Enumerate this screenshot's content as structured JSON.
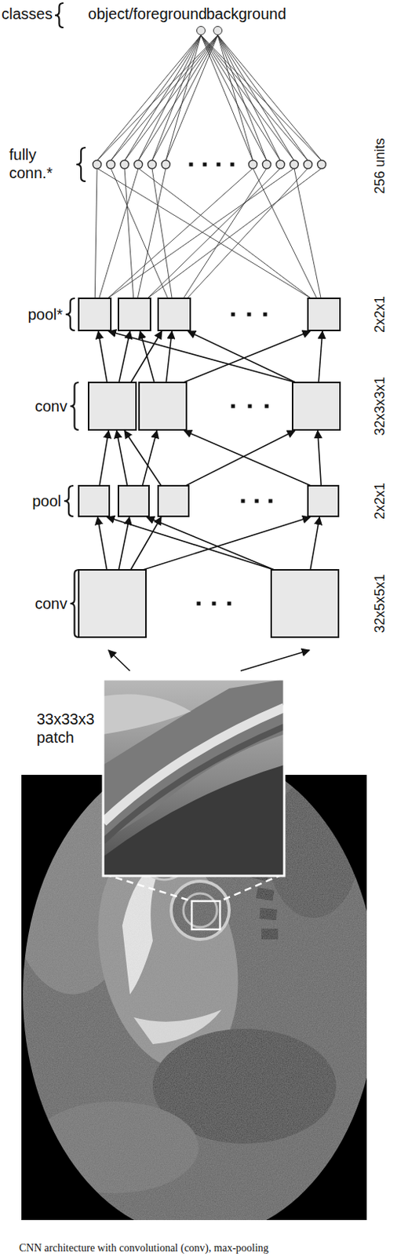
{
  "diagram": {
    "caption": "CNN architecture with convolutional (conv), max-pooling",
    "nodes": [
      {
        "text": [
          "object/foreground"
        ]
      },
      {
        "text": [
          "background"
        ]
      }
    ],
    "labels": [
      "classes",
      "fully conn.*",
      "256 units",
      "pool*",
      "2x2x1",
      "conv",
      "32x3x3x1",
      "pool",
      "2x2x1",
      "conv",
      "32x5x5x1",
      "33x33x3 patch"
    ]
  }
}
